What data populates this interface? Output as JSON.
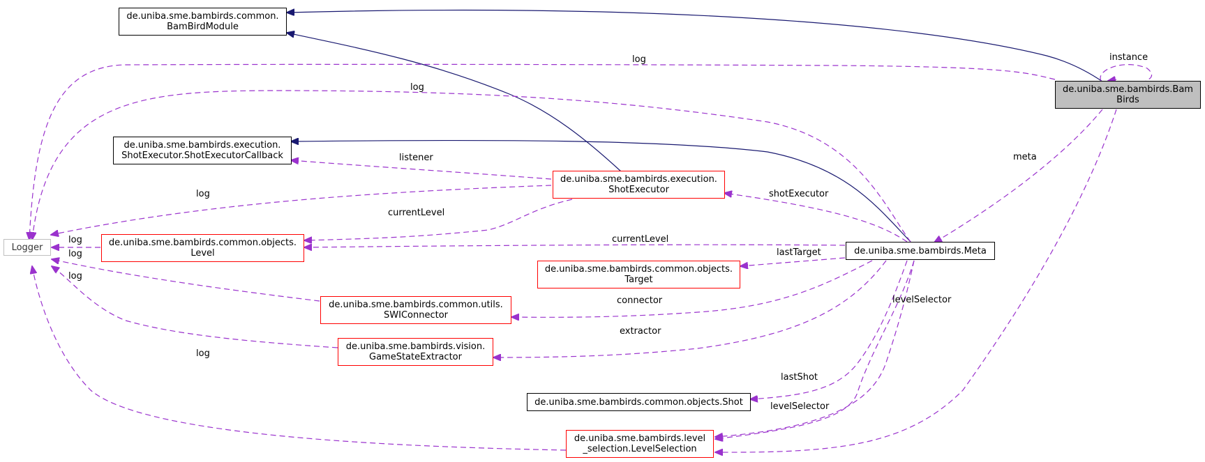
{
  "diagram": {
    "nodes": {
      "bambirds": {
        "line1": "de.uniba.sme.bambirds.Bam",
        "line2": "Birds"
      },
      "bambirdmodule": {
        "line1": "de.uniba.sme.bambirds.common.",
        "line2": "BamBirdModule"
      },
      "callback": {
        "line1": "de.uniba.sme.bambirds.execution.",
        "line2": "ShotExecutor.ShotExecutorCallback"
      },
      "shotexecutor": {
        "line1": "de.uniba.sme.bambirds.execution.",
        "line2": "ShotExecutor"
      },
      "logger": {
        "line1": "Logger"
      },
      "level": {
        "line1": "de.uniba.sme.bambirds.common.objects.",
        "line2": "Level"
      },
      "meta": {
        "line1": "de.uniba.sme.bambirds.Meta"
      },
      "target": {
        "line1": "de.uniba.sme.bambirds.common.objects.",
        "line2": "Target"
      },
      "swiconnector": {
        "line1": "de.uniba.sme.bambirds.common.utils.",
        "line2": "SWIConnector"
      },
      "gamestate": {
        "line1": "de.uniba.sme.bambirds.vision.",
        "line2": "GameStateExtractor"
      },
      "shot": {
        "line1": "de.uniba.sme.bambirds.common.objects.Shot"
      },
      "levelselection": {
        "line1": "de.uniba.sme.bambirds.level",
        "line2": "_selection.LevelSelection"
      }
    },
    "edge_labels": {
      "instance": "instance",
      "log_bambirds": "log",
      "log_meta": "log",
      "meta": "meta",
      "listener": "listener",
      "log_shotexecutor": "log",
      "shotExecutor": "shotExecutor",
      "currentLevel_se": "currentLevel",
      "currentLevel_meta": "currentLevel",
      "log_level": "log",
      "log_swi": "log",
      "log_gse": "log",
      "lastTarget": "lastTarget",
      "connector": "connector",
      "extractor": "extractor",
      "levelSelector_top": "levelSelector",
      "log_ls": "log",
      "lastShot": "lastShot",
      "levelSelector_bottom": "levelSelector"
    },
    "colors": {
      "inheritance": "#191970",
      "usage": "#9a32cd",
      "documented_border": "#000000",
      "undocumented_border": "#ff0000",
      "external_border": "#bfbfbf",
      "focus_fill": "#bfbfbf"
    }
  }
}
